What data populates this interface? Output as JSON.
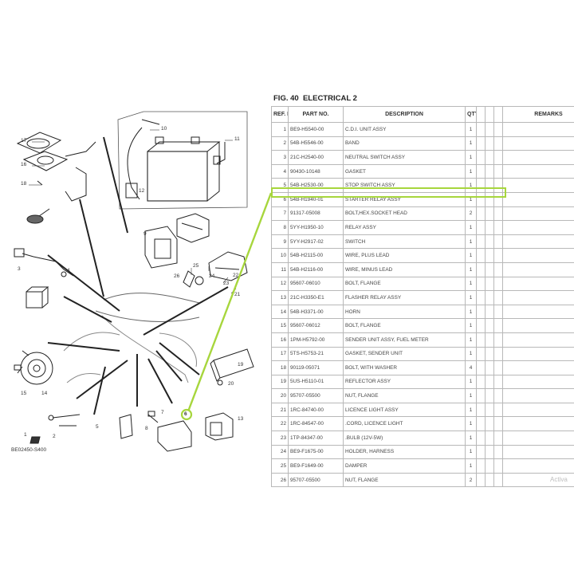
{
  "figure": {
    "label": "FIG. 40",
    "title": "ELECTRICAL 2",
    "sheet_code": "BE02450-S400"
  },
  "headers": {
    "ref": "REF. NO.",
    "part": "PART NO.",
    "desc": "DESCRIPTION",
    "qty": "QTY",
    "remarks": "REMARKS"
  },
  "rows": [
    {
      "ref": "1",
      "part": "BE9-H5540-00",
      "desc": "C.D.I. UNIT ASSY",
      "qty": "1"
    },
    {
      "ref": "2",
      "part": "54B-H5546-00",
      "desc": "BAND",
      "qty": "1"
    },
    {
      "ref": "3",
      "part": "21C-H2540-00",
      "desc": "NEUTRAL SWITCH ASSY",
      "qty": "1"
    },
    {
      "ref": "4",
      "part": "90430-10148",
      "desc": "GASKET",
      "qty": "1"
    },
    {
      "ref": "5",
      "part": "54B-H2530-00",
      "desc": "STOP SWITCH ASSY",
      "qty": "1"
    },
    {
      "ref": "6",
      "part": "54B-H1940-01",
      "desc": "STARTER RELAY ASSY",
      "qty": "1"
    },
    {
      "ref": "7",
      "part": "91317-05008",
      "desc": "BOLT,HEX.SOCKET HEAD",
      "qty": "2"
    },
    {
      "ref": "8",
      "part": "5YY-H1950-10",
      "desc": "RELAY ASSY",
      "qty": "1"
    },
    {
      "ref": "9",
      "part": "5YY-H2917-02",
      "desc": "SWITCH",
      "qty": "1"
    },
    {
      "ref": "10",
      "part": "54B-H2115-00",
      "desc": "WIRE, PLUS LEAD",
      "qty": "1"
    },
    {
      "ref": "11",
      "part": "54B-H2116-00",
      "desc": "WIRE, MINUS LEAD",
      "qty": "1"
    },
    {
      "ref": "12",
      "part": "95607-06010",
      "desc": "BOLT, FLANGE",
      "qty": "1"
    },
    {
      "ref": "13",
      "part": "21C-H3350-E1",
      "desc": "FLASHER RELAY ASSY",
      "qty": "1"
    },
    {
      "ref": "14",
      "part": "54B-H3371-00",
      "desc": "HORN",
      "qty": "1"
    },
    {
      "ref": "15",
      "part": "95607-06012",
      "desc": "BOLT, FLANGE",
      "qty": "1"
    },
    {
      "ref": "16",
      "part": "1PM-H5792-00",
      "desc": "SENDER UNIT ASSY, FUEL METER",
      "qty": "1"
    },
    {
      "ref": "17",
      "part": "5TS-H5753-21",
      "desc": "GASKET, SENDER UNIT",
      "qty": "1"
    },
    {
      "ref": "18",
      "part": "90119-05071",
      "desc": "BOLT, WITH WASHER",
      "qty": "4"
    },
    {
      "ref": "19",
      "part": "5US-H5110-01",
      "desc": "REFLECTOR ASSY",
      "qty": "1"
    },
    {
      "ref": "20",
      "part": "95707-05500",
      "desc": "NUT, FLANGE",
      "qty": "1"
    },
    {
      "ref": "21",
      "part": "1RC-84740-00",
      "desc": "LICENCE LIGHT ASSY",
      "qty": "1"
    },
    {
      "ref": "22",
      "part": "1RC-84547-00",
      "desc": ".CORD, LICENCE LIGHT",
      "qty": "1"
    },
    {
      "ref": "23",
      "part": "1TP-84347-00",
      "desc": ".BULB (12V-5W)",
      "qty": "1"
    },
    {
      "ref": "24",
      "part": "BE9-F1675-00",
      "desc": "HOLDER, HARNESS",
      "qty": "1"
    },
    {
      "ref": "25",
      "part": "BE9-F1649-00",
      "desc": "DAMPER",
      "qty": "1"
    },
    {
      "ref": "26",
      "part": "95707-05500",
      "desc": "NUT, FLANGE",
      "qty": "2"
    }
  ],
  "callouts": [
    "1",
    "2",
    "3",
    "4",
    "5",
    "6",
    "7",
    "8",
    "9",
    "10",
    "11",
    "12",
    "13",
    "14",
    "15",
    "16",
    "17",
    "18",
    "19",
    "20",
    "21",
    "22",
    "23",
    "24",
    "25",
    "26"
  ],
  "watermark": "Activa",
  "colors": {
    "highlight": "#a7d63d",
    "line": "#222222"
  }
}
